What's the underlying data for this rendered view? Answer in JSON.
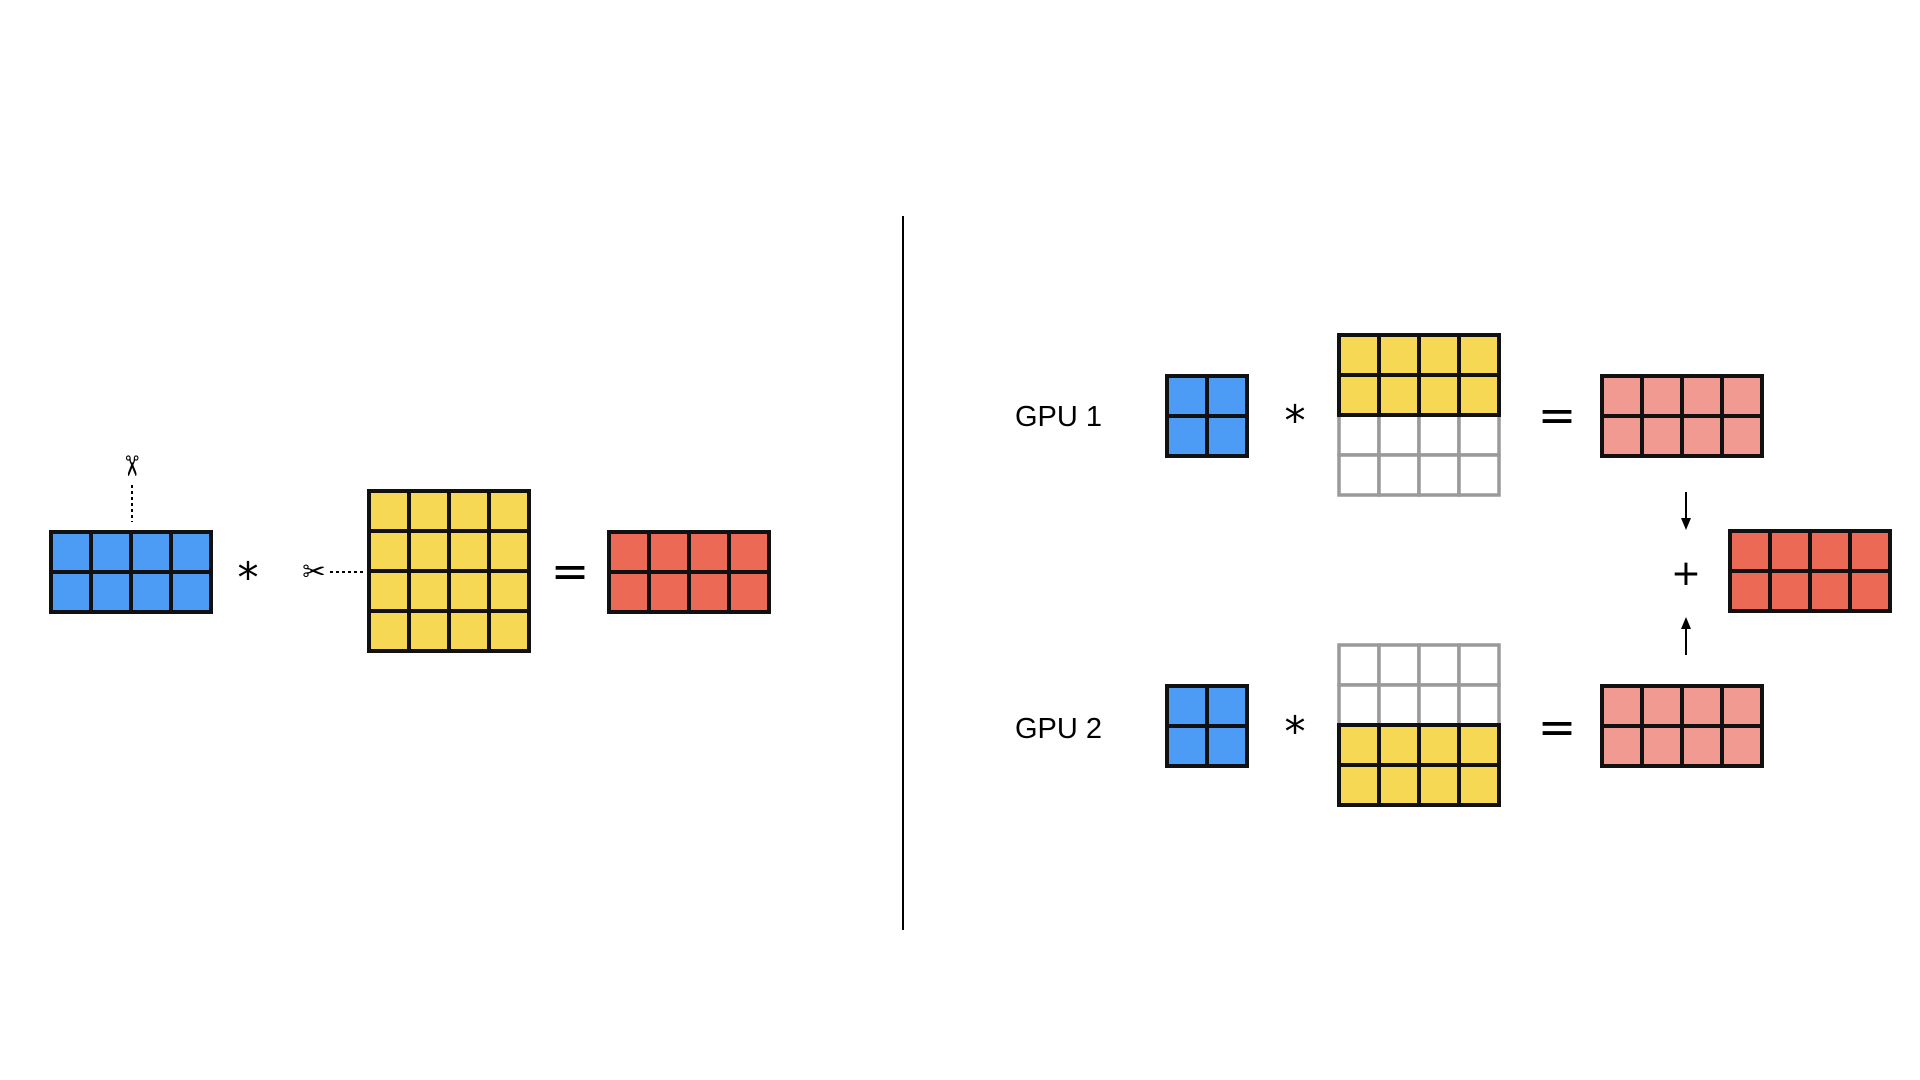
{
  "colors": {
    "blue": "#4C9BF5",
    "yellow": "#F6D855",
    "red": "#EC6956",
    "pink": "#F09A92",
    "empty": "#ffffff",
    "border_dark": "#111111",
    "border_gray": "#9A9A9A"
  },
  "icons": [
    "scissors-icon",
    "arrow-down-icon",
    "arrow-up-icon"
  ],
  "operators": {
    "multiply": "*",
    "equals": "=",
    "plus": "+"
  },
  "left": {
    "matrix_a": {
      "rows": 2,
      "cols": 4,
      "color": "blue"
    },
    "matrix_b": {
      "rows": 4,
      "cols": 4,
      "color": "yellow"
    },
    "result": {
      "rows": 2,
      "cols": 4,
      "color": "red"
    }
  },
  "right": {
    "gpus": [
      {
        "label": "GPU 1",
        "a_shard": {
          "rows": 2,
          "cols": 2,
          "color": "blue"
        },
        "b_filled_rows": [
          0,
          1
        ],
        "partial": {
          "rows": 2,
          "cols": 4,
          "color": "pink"
        }
      },
      {
        "label": "GPU 2",
        "a_shard": {
          "rows": 2,
          "cols": 2,
          "color": "blue"
        },
        "b_filled_rows": [
          2,
          3
        ],
        "partial": {
          "rows": 2,
          "cols": 4,
          "color": "pink"
        }
      }
    ],
    "final": {
      "rows": 2,
      "cols": 4,
      "color": "red"
    }
  }
}
